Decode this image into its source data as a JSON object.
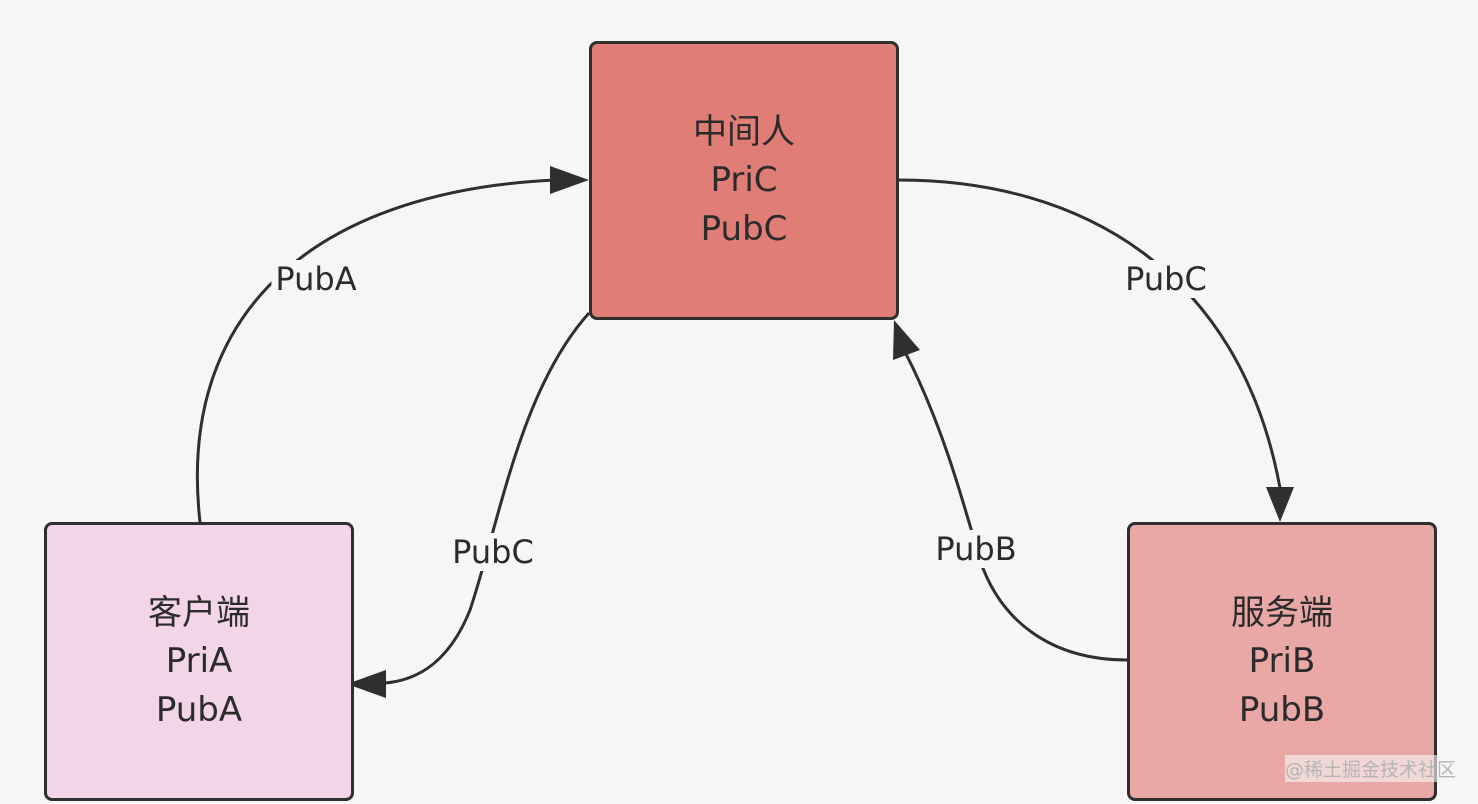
{
  "nodes": {
    "mitm": {
      "lines": [
        "中间人",
        "PriC",
        "PubC"
      ],
      "color": "#e07d76"
    },
    "client": {
      "lines": [
        "客户端",
        "PriA",
        "PubA"
      ],
      "color": "#f2d5e6"
    },
    "server": {
      "lines": [
        "服务端",
        "PriB",
        "PubB"
      ],
      "color": "#e9a7a5"
    }
  },
  "edges": {
    "client_to_mitm": "PubA",
    "mitm_to_client": "PubC",
    "mitm_to_server": "PubC",
    "server_to_mitm": "PubB"
  },
  "colors": {
    "stroke": "#2f2f2f",
    "background": "#f6f6f6"
  },
  "watermark": "@稀土掘金技术社区"
}
